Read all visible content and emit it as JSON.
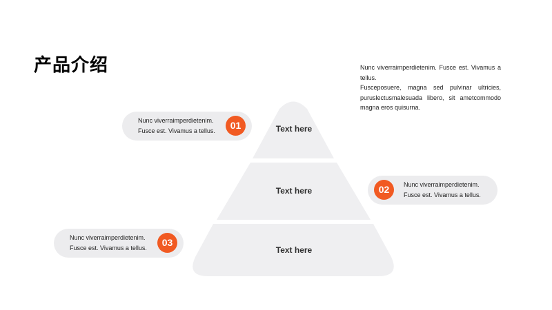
{
  "page": {
    "title": "产品介绍"
  },
  "description": {
    "paragraph1": "Nunc viverraimperdietenim. Fusce est. Vivamus a tellus.",
    "paragraph2": "Fusceposuere, magna sed pulvinar ultricies, puruslectusmalesuada libero, sit ametcommodo magna eros quisurna."
  },
  "pyramid": {
    "tiers": [
      {
        "label": "Text here"
      },
      {
        "label": "Text here"
      },
      {
        "label": "Text here"
      }
    ],
    "fill_color": "#efeff1"
  },
  "callouts": [
    {
      "number": "01",
      "line1": "Nunc viverraimperdietenim.",
      "line2": "Fusce est. Vivamus a tellus."
    },
    {
      "number": "02",
      "line1": "Nunc viverraimperdietenim.",
      "line2": "Fusce est. Vivamus a tellus."
    },
    {
      "number": "03",
      "line1": "Nunc viverraimperdietenim.",
      "line2": "Fusce est. Vivamus a tellus."
    }
  ],
  "colors": {
    "accent": "#f15a22",
    "pill_background": "#ececee"
  }
}
